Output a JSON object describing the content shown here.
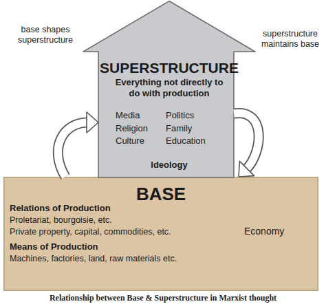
{
  "diagram": {
    "caption": "Relationship between Base & Superstructure in Marxist thought",
    "nodes": [
      {
        "text": [
          "SUPERSTRUCTURE",
          "Everything not directly to do with production",
          "Media",
          "Politics",
          "Religion",
          "Family",
          "Culture",
          "Education",
          "Ideology"
        ]
      },
      {
        "text": [
          "BASE",
          "Relations of Production",
          "Proletariat, bourgoisie, etc.",
          "Private property, capital, commodities, etc.",
          "Means of Production",
          "Machines, factories, land, raw materials etc.",
          "Economy"
        ]
      }
    ],
    "edges": [
      {
        "from": 1,
        "to": 0,
        "arrow": "to",
        "label": "base shapes superstructure"
      },
      {
        "from": 0,
        "to": 1,
        "arrow": "to",
        "label": "superstructure maintains base"
      }
    ]
  }
}
